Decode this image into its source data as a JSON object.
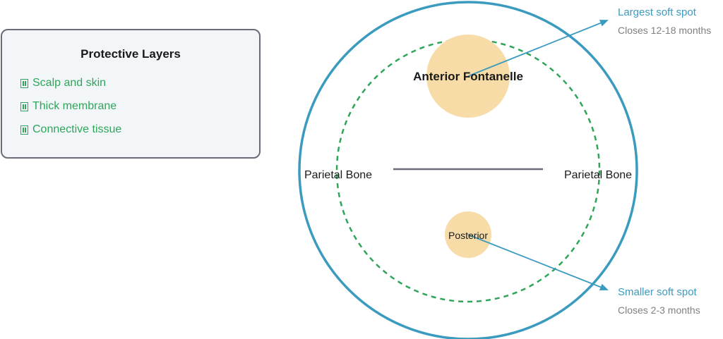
{
  "legend": {
    "title": "Protective Layers",
    "items": [
      "Scalp and skin",
      "Thick membrane",
      "Connective tissue"
    ]
  },
  "skull": {
    "anterior_label": "Anterior Fontanelle",
    "posterior_label": "Posterior",
    "left_bone_label": "Parietal Bone",
    "right_bone_label": "Parietal Bone"
  },
  "callouts": {
    "anterior": {
      "title": "Largest soft spot",
      "detail": "Closes 12-18 months"
    },
    "posterior": {
      "title": "Smaller soft spot",
      "detail": "Closes 2-3 months"
    }
  },
  "colors": {
    "outer_ring": "#3a9bbf",
    "inner_dashed_ring": "#2fa55a",
    "fontanelle_fill": "#f8dca8",
    "suture_line": "#6b6b7a",
    "callout_text": "#3a9bbf",
    "detail_text": "#808080",
    "legend_text": "#2fa55a"
  }
}
